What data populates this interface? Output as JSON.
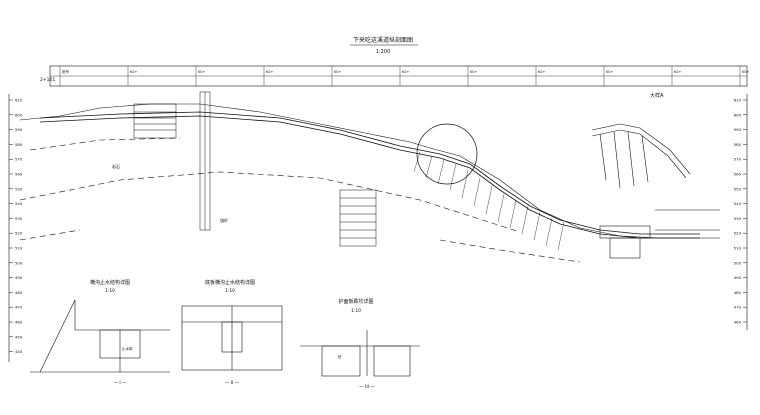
{
  "drawing": {
    "title": "下来吃这溪道纵剖面图",
    "scale": "1:200",
    "station_start": "2+161",
    "detail_label": "大样A",
    "detail_label_2": "A"
  },
  "station_marks": [
    "桩号",
    "K0+",
    "K0+",
    "K0+",
    "K0+",
    "K0+",
    "K0+",
    "K0+",
    "K0+",
    "K0+",
    "K0+"
  ],
  "elevation_ticks_left": [
    "610",
    "600",
    "590",
    "580",
    "570",
    "560",
    "550",
    "540",
    "530",
    "520",
    "510",
    "500",
    "490",
    "480",
    "470",
    "460",
    "450",
    "440"
  ],
  "elevation_ticks_right": [
    "610",
    "600",
    "590",
    "580",
    "570",
    "560",
    "550",
    "540",
    "530",
    "520",
    "510",
    "500",
    "490",
    "480",
    "470",
    "460"
  ],
  "details": [
    {
      "id": "d1",
      "title": "横沟止水结构详图",
      "scale": "1:10",
      "section": "一 I 一"
    },
    {
      "id": "d2",
      "title": "底板横沟止水结构详图",
      "scale": "1:10",
      "section": "一 II 一"
    },
    {
      "id": "d3",
      "title": "护面板跌坎详图",
      "scale": "1:10",
      "section": "一 III 一"
    }
  ],
  "annotations": {
    "rock_label": "岩石",
    "anchor_label": "锚杆",
    "water_stop": "止水带",
    "concrete": "砼"
  }
}
